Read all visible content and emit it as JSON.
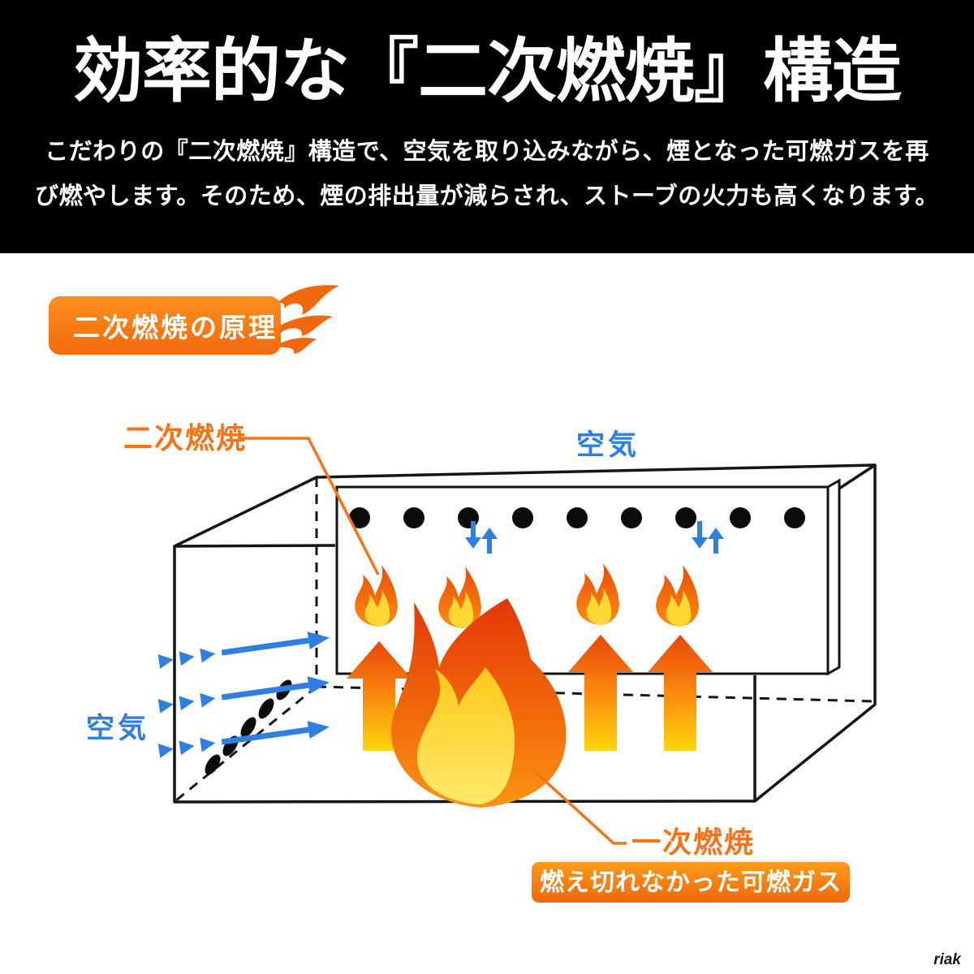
{
  "header": {
    "title": "効率的な『二次燃焼』構造",
    "description_lines": [
      "こだわりの『二次燃焼』構造で、空気を取り込みながら、煙となった可燃ガスを再",
      "び燃やします。そのため、煙の排出量が減らされ、ストーブの火力も高くなります。"
    ]
  },
  "principle_badge": {
    "label": "二次燃焼の原理"
  },
  "diagram": {
    "labels": {
      "secondary_combustion": "二次燃焼",
      "air_top": "空気",
      "air_left": "空気",
      "primary_combustion": "一次燃焼"
    },
    "gas_badge": "燃え切れなかった可燃ガス",
    "hole_count_top": 9,
    "hole_count_left": 5
  },
  "watermark": "riak",
  "colors": {
    "header_bg": "#000000",
    "accent_orange": "#f3680c",
    "label_orange": "#f97316",
    "air_blue": "#2f7fe0",
    "flame_red": "#e33607",
    "flame_yellow": "#ffd60a",
    "line_black": "#141414"
  }
}
